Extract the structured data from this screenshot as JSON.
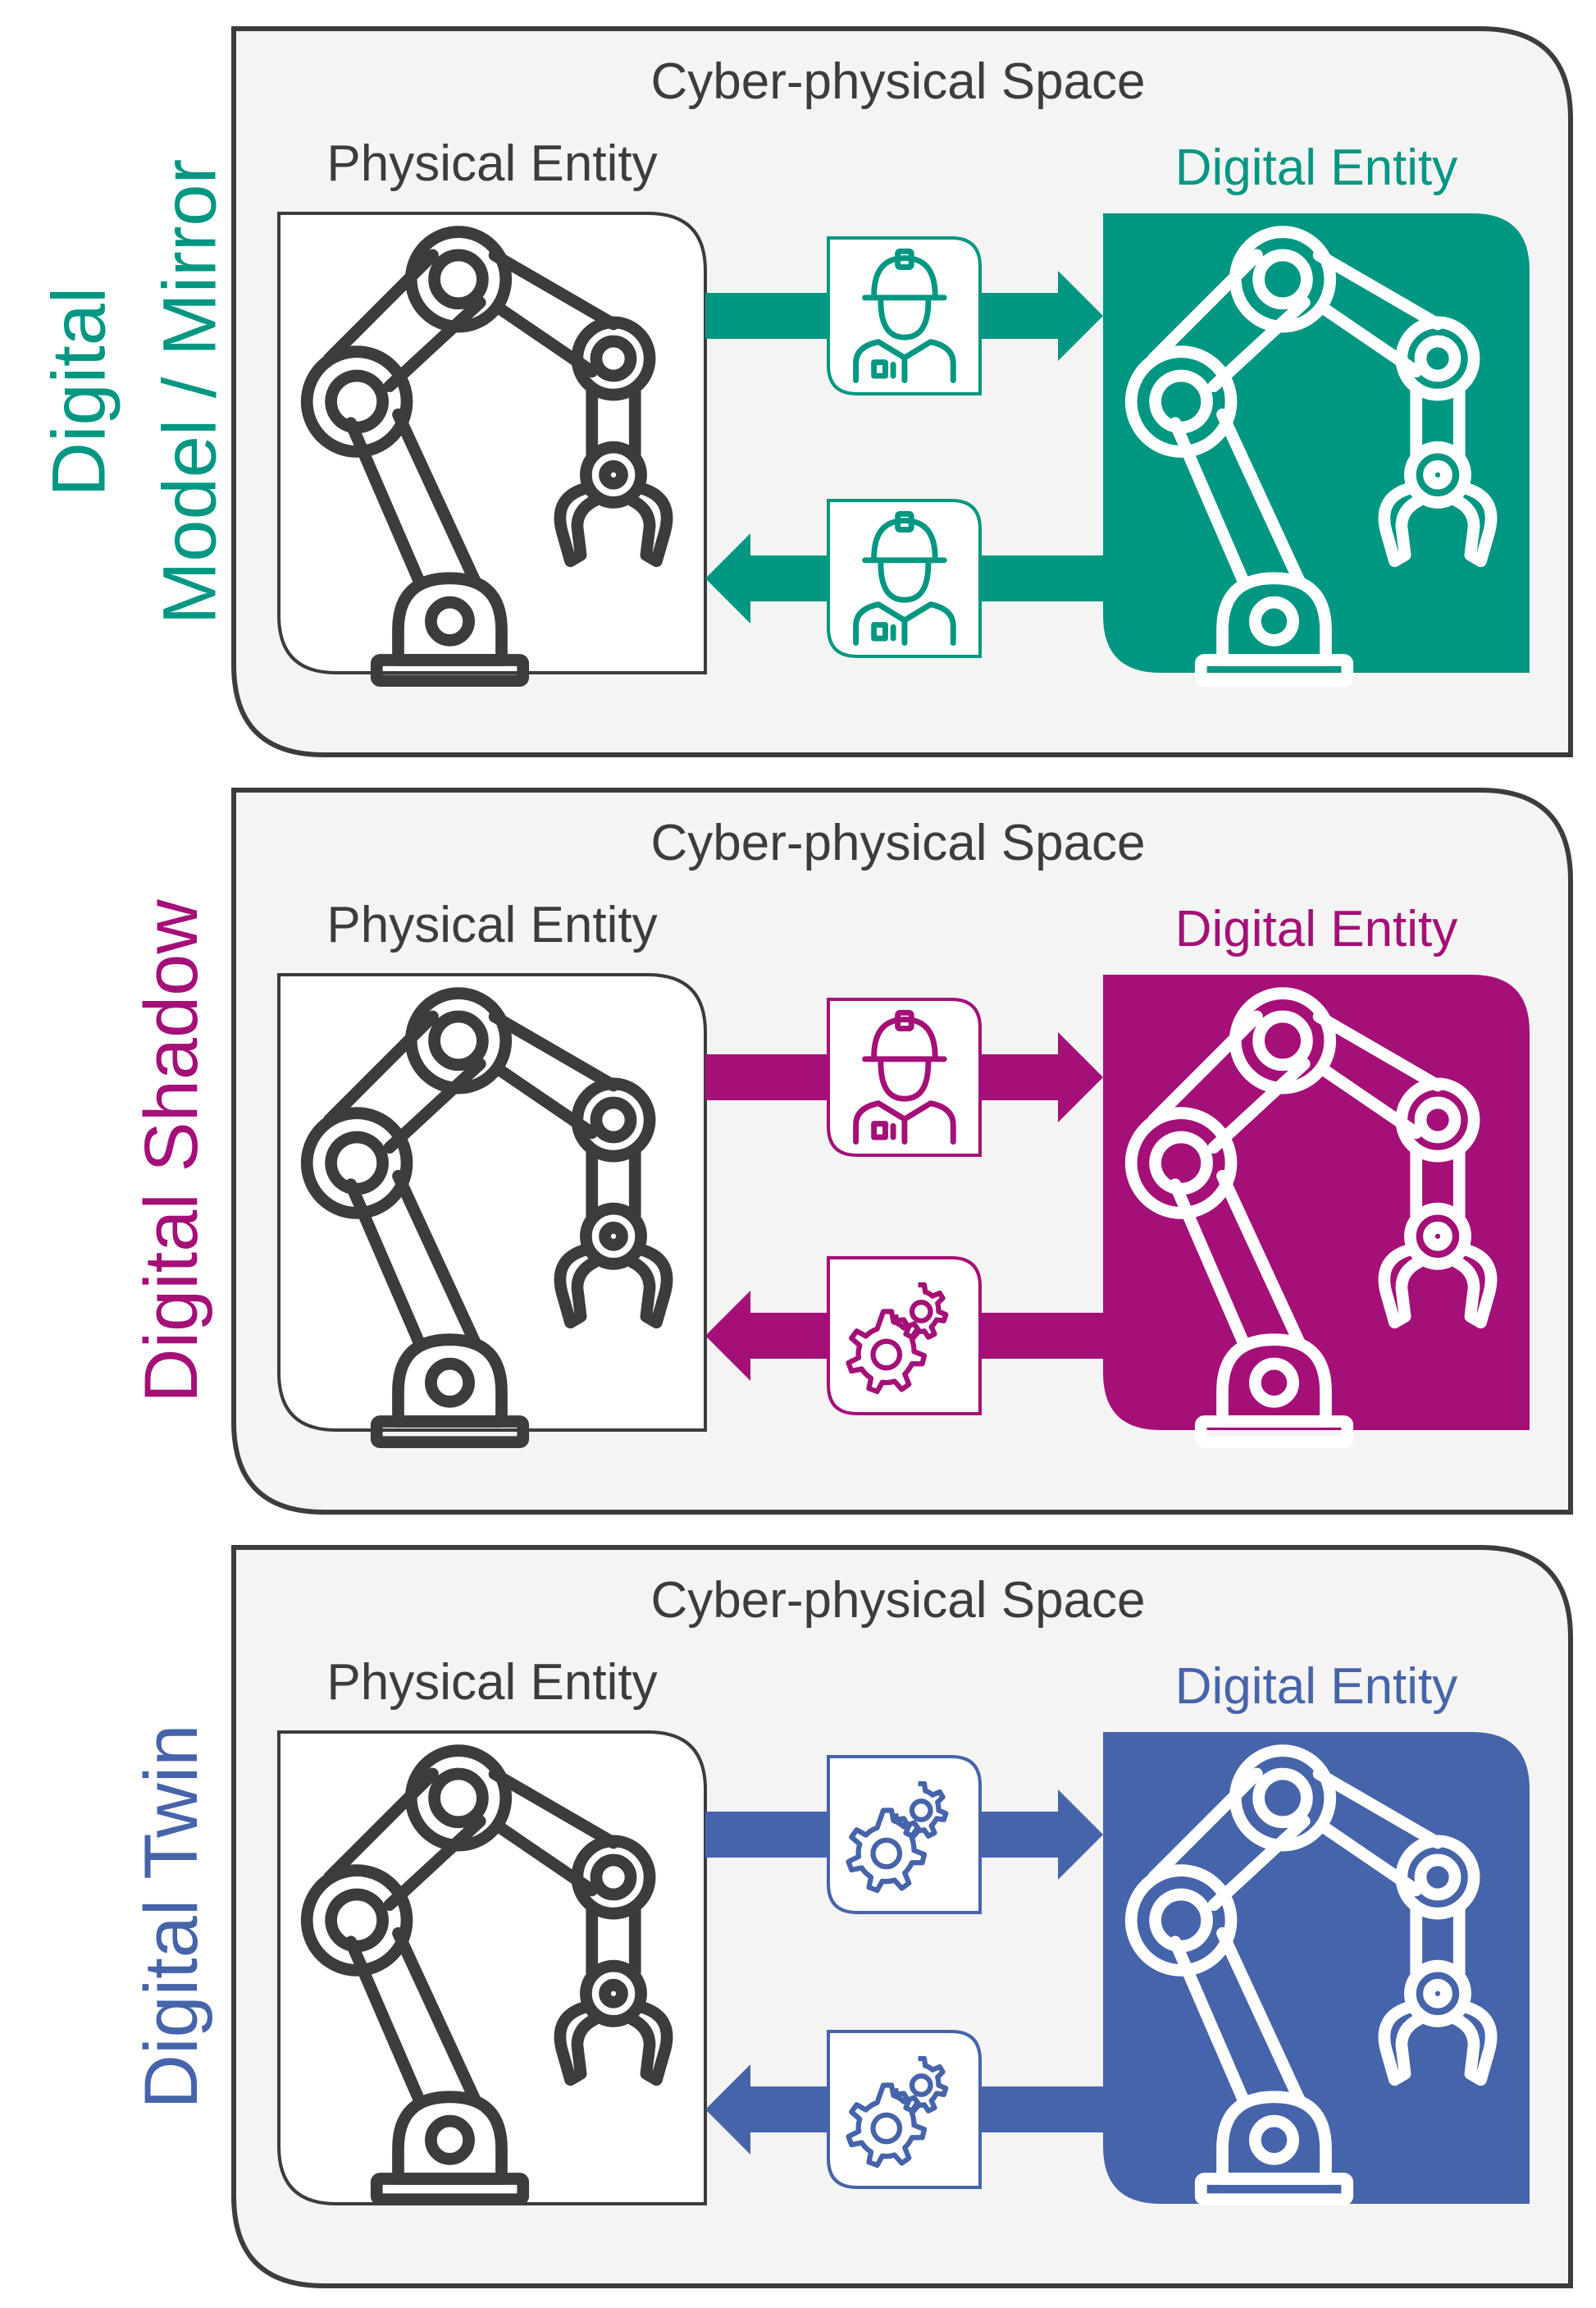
{
  "panels": [
    {
      "id": "model",
      "side_label_lines": [
        "Digital",
        "Model / Mirror"
      ],
      "space_label": "Cyber-physical Space",
      "physical_label": "Physical Entity",
      "digital_label": "Digital Entity",
      "color": "#009782",
      "top_flow_icon": "worker-icon",
      "bottom_flow_icon": "worker-icon"
    },
    {
      "id": "shadow",
      "side_label_lines": [
        "Digital Shadow"
      ],
      "space_label": "Cyber-physical Space",
      "physical_label": "Physical Entity",
      "digital_label": "Digital Entity",
      "color": "#A50F78",
      "top_flow_icon": "worker-icon",
      "bottom_flow_icon": "gears-icon"
    },
    {
      "id": "twin",
      "side_label_lines": [
        "Digital Twin"
      ],
      "space_label": "Cyber-physical Space",
      "physical_label": "Physical Entity",
      "digital_label": "Digital Entity",
      "color": "#4664AA",
      "top_flow_icon": "gears-icon",
      "bottom_flow_icon": "gears-icon"
    }
  ],
  "colors": {
    "outline": "#3c3c3c",
    "panel_fill": "#f4f4f4",
    "text": "#3c3c3c"
  }
}
